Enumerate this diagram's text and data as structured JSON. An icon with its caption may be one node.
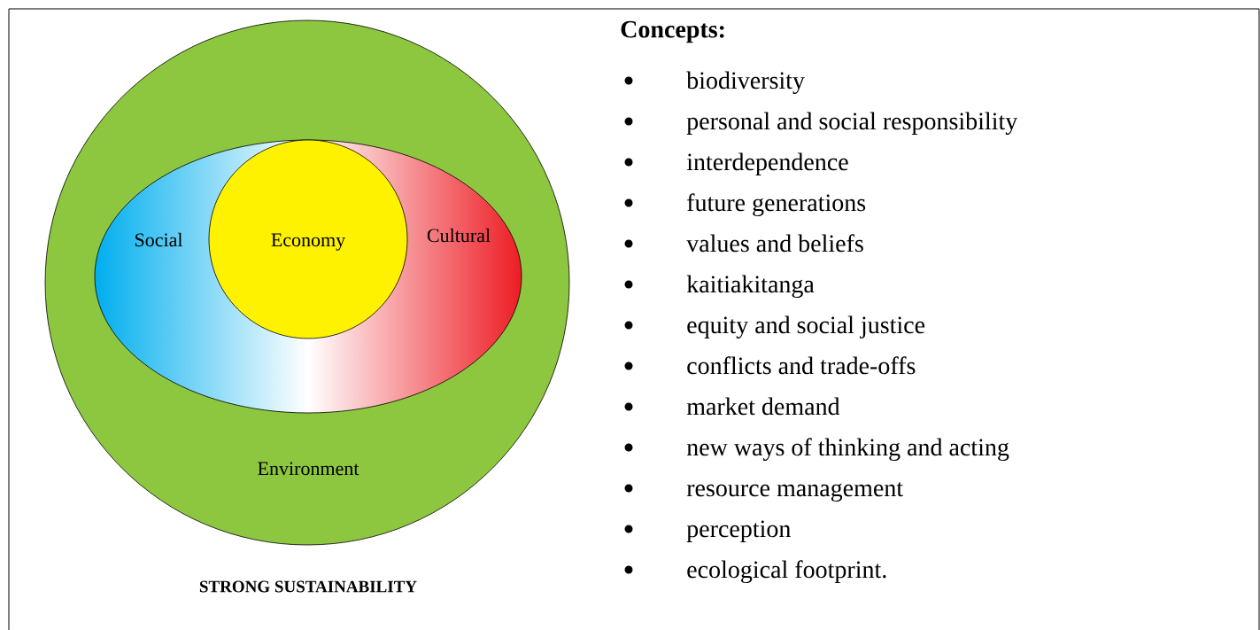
{
  "diagram": {
    "caption": "STRONG SUSTAINABILITY",
    "nodes": [
      {
        "text": [
          "Environment"
        ]
      },
      {
        "text": [
          "Social",
          "Cultural"
        ],
        "in": 0
      },
      {
        "text": [
          "Economy"
        ],
        "in": 1
      }
    ],
    "edges": [],
    "labels": [
      "Concepts:",
      "biodiversity",
      "personal and social responsibility",
      "interdependence",
      "future generations",
      "values and beliefs",
      "kaitiakitanga",
      "equity and social justice",
      "conflicts and trade-offs",
      "market demand",
      "new ways of thinking and acting",
      "resource management",
      "perception",
      "ecological footprint."
    ]
  }
}
